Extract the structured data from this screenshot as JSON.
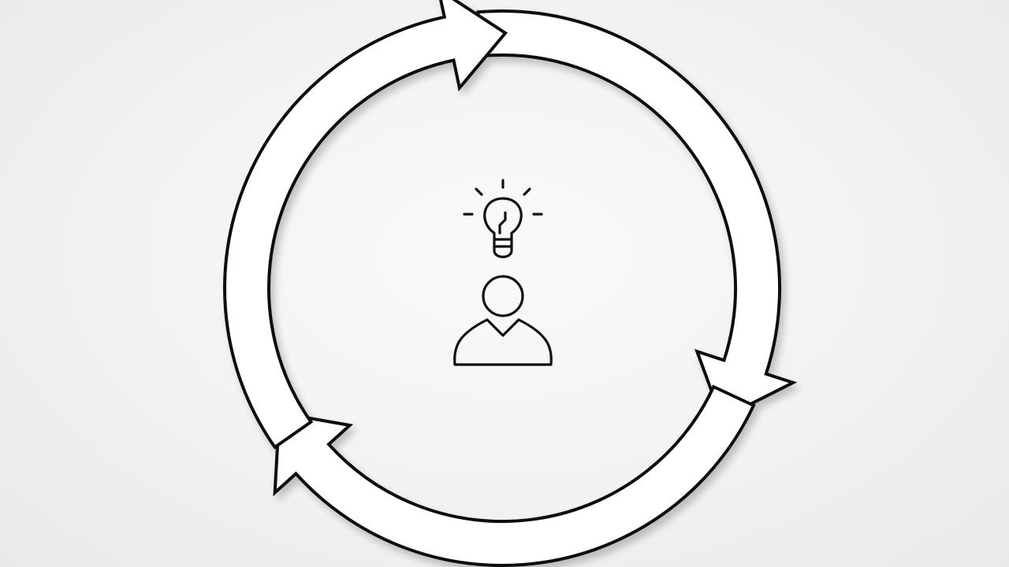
{
  "diagram": {
    "type": "cycle",
    "segments": 3,
    "direction": "clockwise",
    "center_icons": [
      "lightbulb-icon",
      "person-icon"
    ],
    "stroke_color": "#111111",
    "fill_color": "#ffffff",
    "background_color": "#f0f0f0"
  }
}
